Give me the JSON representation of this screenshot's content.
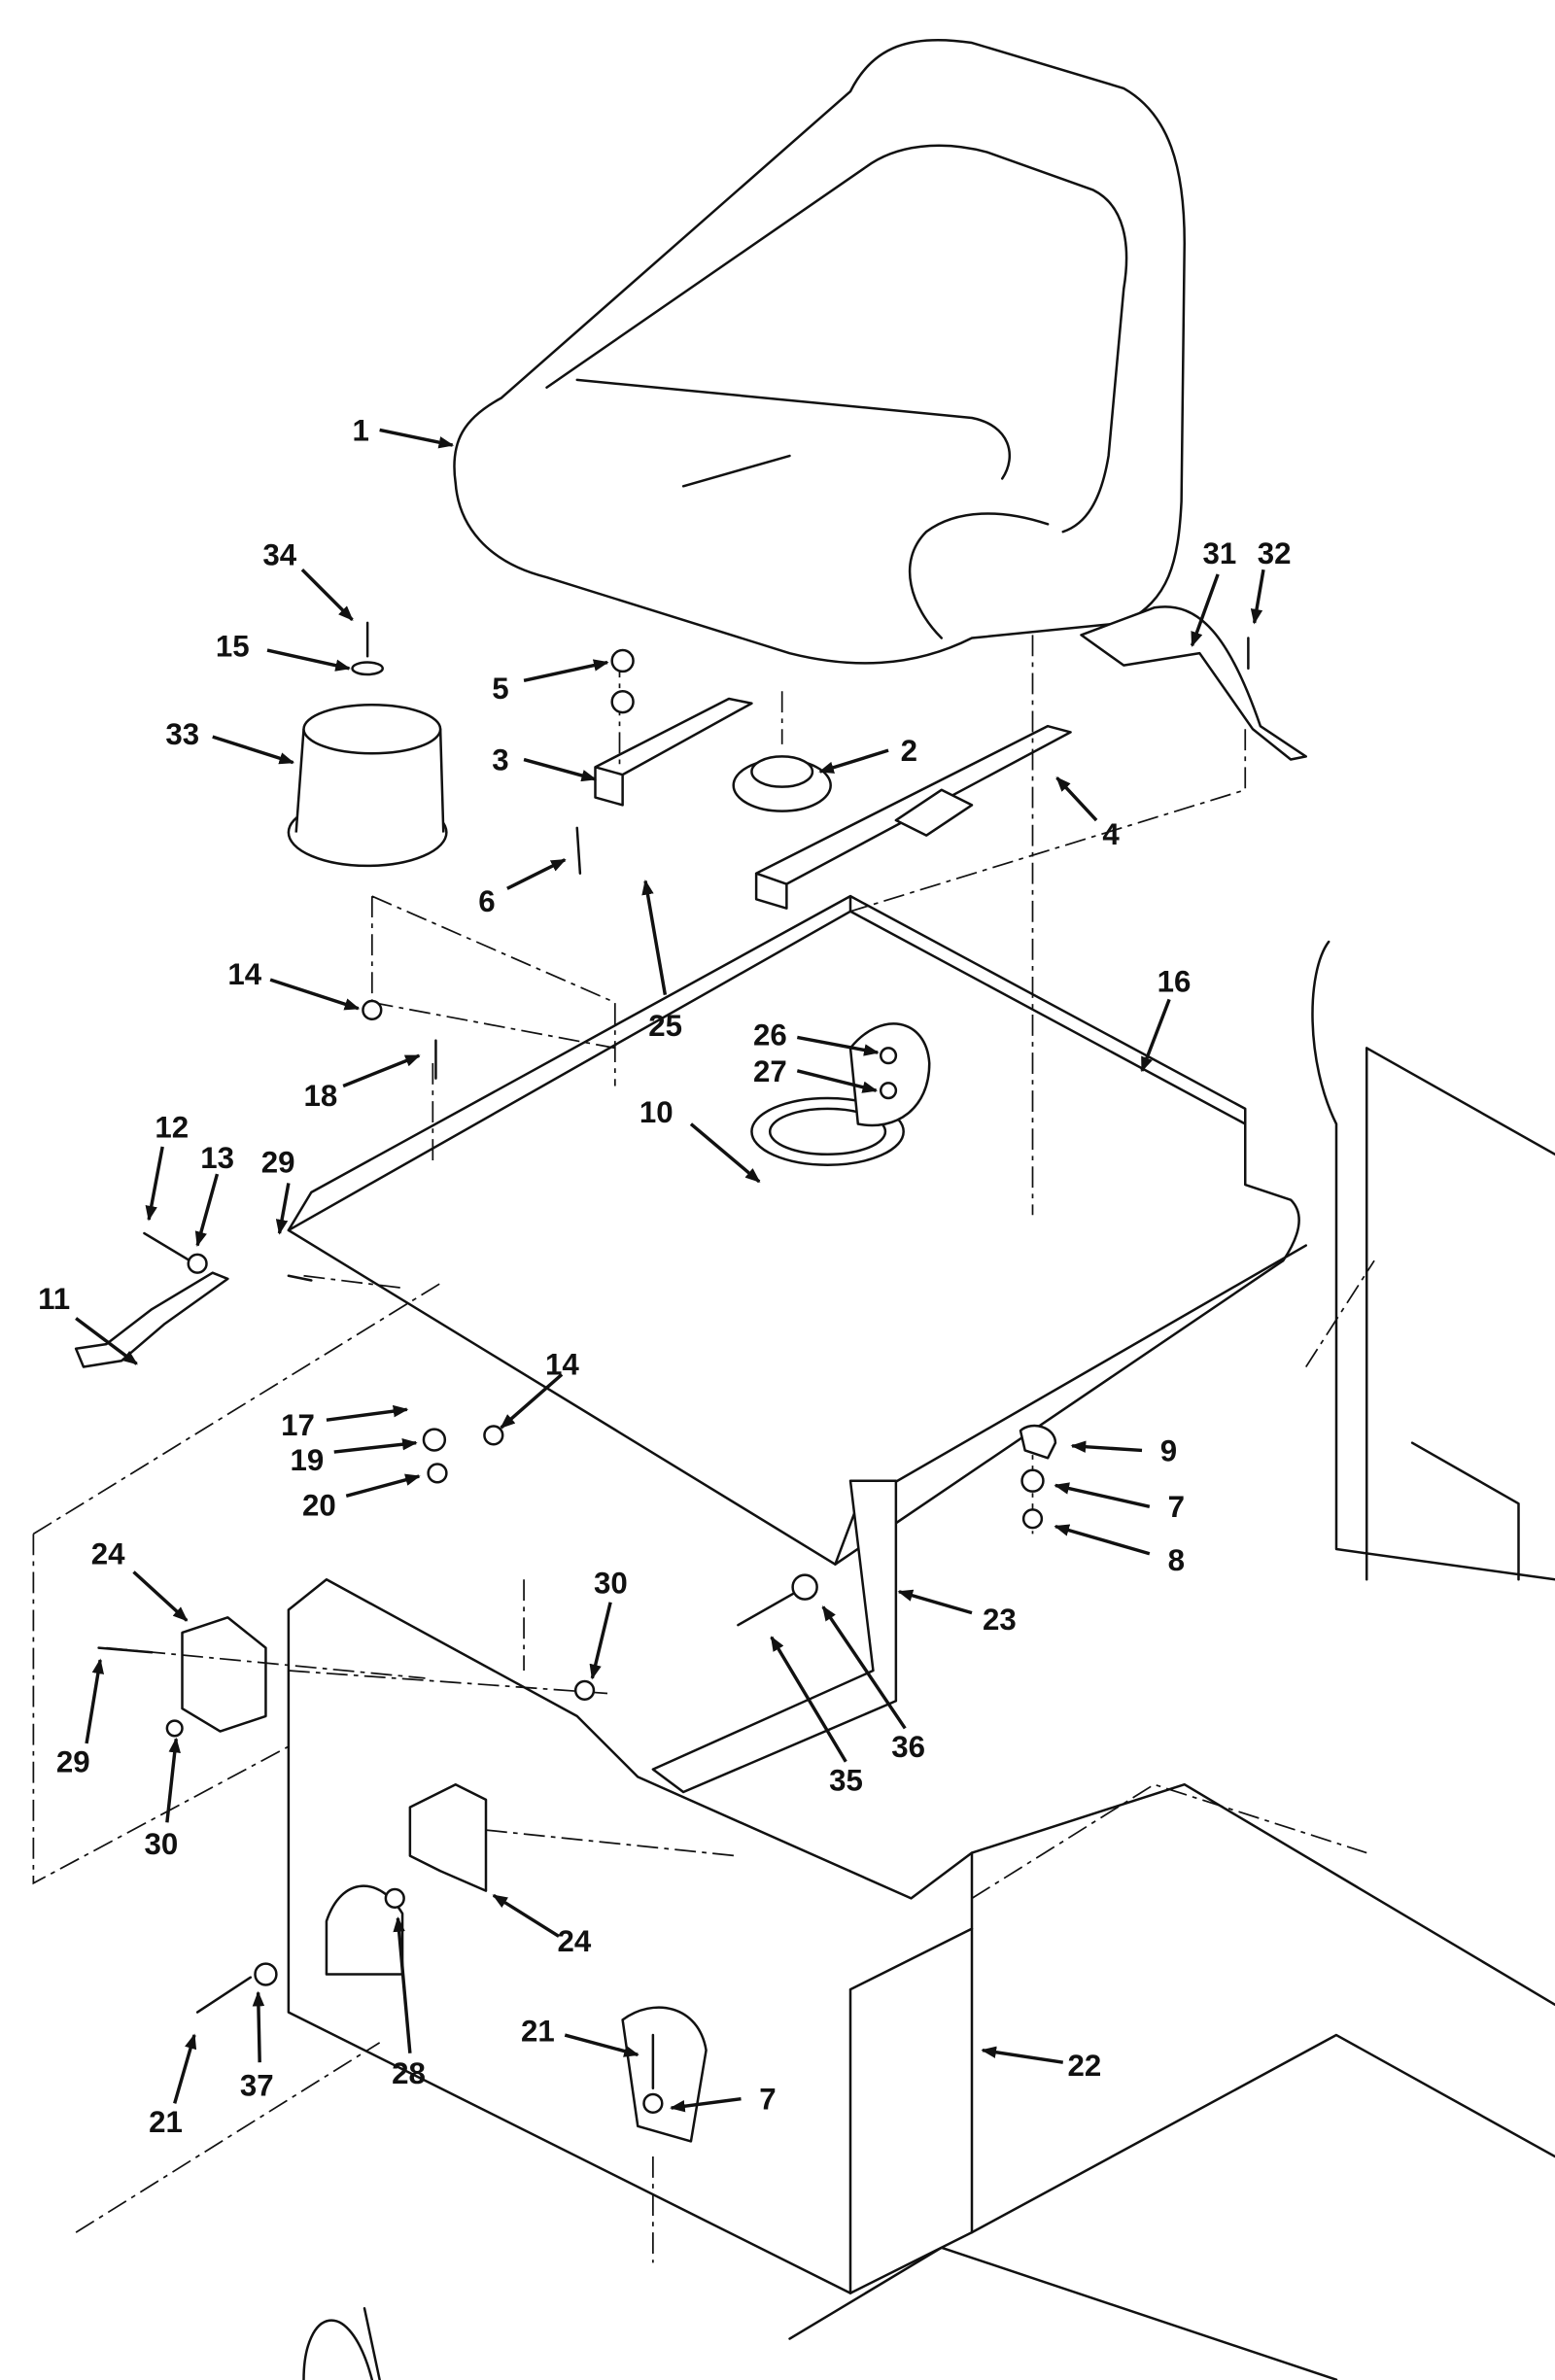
{
  "diagram": {
    "type": "exploded parts diagram",
    "callouts": [
      "1",
      "34",
      "15",
      "33",
      "5",
      "3",
      "2",
      "31",
      "32",
      "4",
      "6",
      "25",
      "14",
      "18",
      "16",
      "26",
      "27",
      "10",
      "12",
      "13",
      "29",
      "11",
      "17",
      "19",
      "20",
      "14",
      "9",
      "7",
      "8",
      "24",
      "30",
      "23",
      "29",
      "30",
      "35",
      "36",
      "24",
      "21",
      "22",
      "7",
      "21",
      "37",
      "28"
    ]
  }
}
